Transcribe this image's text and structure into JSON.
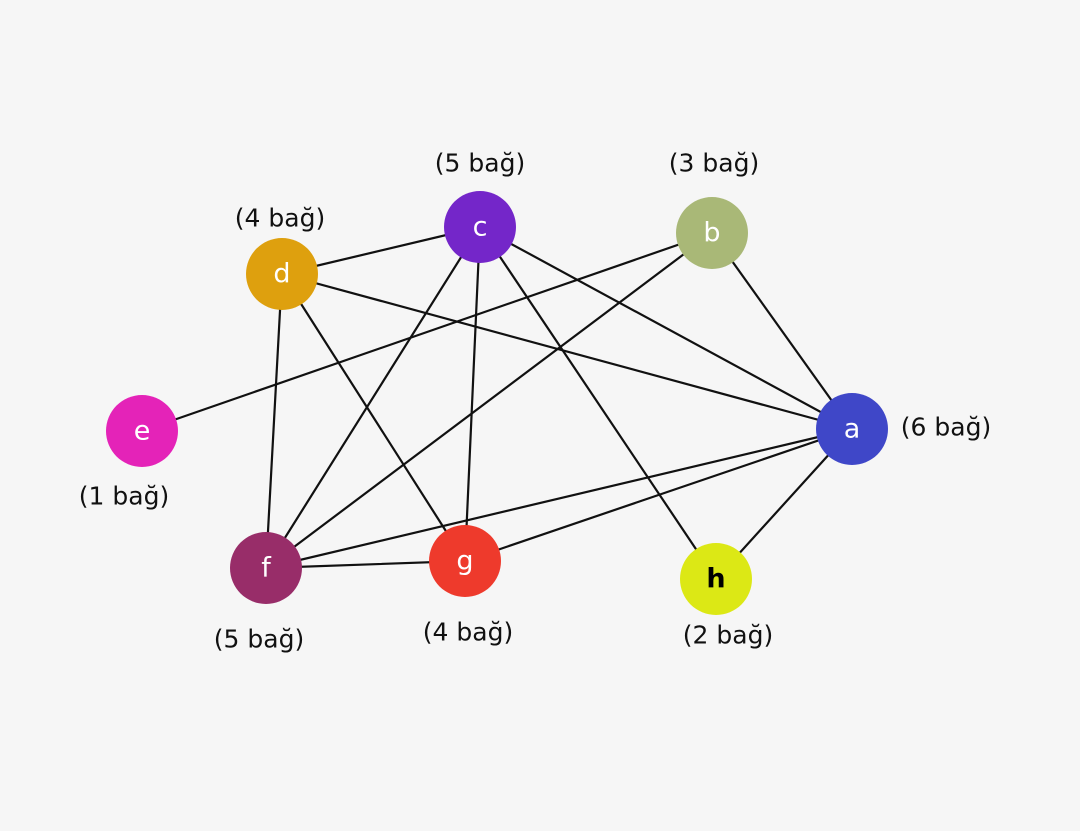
{
  "graph": {
    "nodes": [
      {
        "id": "a",
        "label": "a",
        "degree_text": "(6 bağ)",
        "color": "#3f47c8",
        "text_color": "#ffffff"
      },
      {
        "id": "b",
        "label": "b",
        "degree_text": "(3 bağ)",
        "color": "#a9b877",
        "text_color": "#ffffff"
      },
      {
        "id": "c",
        "label": "c",
        "degree_text": "(5 bağ)",
        "color": "#7426c9",
        "text_color": "#ffffff"
      },
      {
        "id": "d",
        "label": "d",
        "degree_text": "(4 bağ)",
        "color": "#dea00e",
        "text_color": "#ffffff"
      },
      {
        "id": "e",
        "label": "e",
        "degree_text": "(1 bağ)",
        "color": "#e423b8",
        "text_color": "#ffffff"
      },
      {
        "id": "f",
        "label": "f",
        "degree_text": "(5 bağ)",
        "color": "#982d69",
        "text_color": "#ffffff"
      },
      {
        "id": "g",
        "label": "g",
        "degree_text": "(4 bağ)",
        "color": "#ee3a2c",
        "text_color": "#ffffff"
      },
      {
        "id": "h",
        "label": "h",
        "degree_text": "(2 bağ)",
        "color": "#dce815",
        "text_color": "#000000"
      }
    ],
    "edges": [
      [
        "d",
        "c"
      ],
      [
        "d",
        "a"
      ],
      [
        "d",
        "f"
      ],
      [
        "d",
        "g"
      ],
      [
        "c",
        "f"
      ],
      [
        "c",
        "g"
      ],
      [
        "c",
        "h"
      ],
      [
        "c",
        "a"
      ],
      [
        "b",
        "e"
      ],
      [
        "b",
        "f"
      ],
      [
        "b",
        "a"
      ],
      [
        "a",
        "f"
      ],
      [
        "a",
        "g"
      ],
      [
        "a",
        "h"
      ],
      [
        "f",
        "g"
      ]
    ]
  }
}
